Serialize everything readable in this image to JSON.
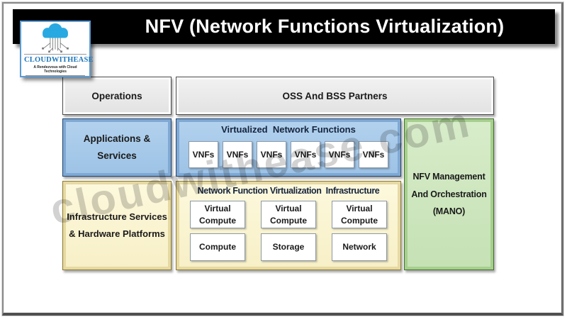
{
  "header": {
    "title": "NFV (Network Functions Virtualization)"
  },
  "logo": {
    "name": "CLOUDWITHEASE",
    "tagline": "A Rendezvous with Cloud Technologies"
  },
  "watermark": {
    "text": "cloudwithease.com"
  },
  "diagram": {
    "operations": "Operations",
    "oss_bss": "OSS And BSS Partners",
    "applications": "Applications & Services",
    "vnf_layer": {
      "title": "Virtualized  Network Functions",
      "items": [
        "VNFs",
        "VNFs",
        "VNFs",
        "VNFs",
        "VNFs",
        "VNFs"
      ]
    },
    "infrastructure": "Infrastructure Services & Hardware Platforms",
    "nfvi": {
      "title": "Network Function Virtualization  Infrastructure",
      "virtual_row": [
        "Virtual Compute",
        "Virtual Compute",
        "Virtual Compute"
      ],
      "resource_row": [
        "Compute",
        "Storage",
        "Network"
      ]
    },
    "mano": "NFV Management And Orchestration (MANO)"
  },
  "colors": {
    "title_bar_bg": "#000000",
    "title_text": "#ffffff",
    "gray_box": "#e8e8e8",
    "blue_box": "#a7c9e8",
    "blue_border": "#24446c",
    "yellow_box": "#fbf5d2",
    "yellow_border": "#8e7c33",
    "green_box": "#cfe7c1",
    "green_border": "#44702f",
    "logo_blue": "#1b75bc",
    "cloud_blue": "#29a9e1",
    "watermark_gray": "#9a9a9a"
  }
}
